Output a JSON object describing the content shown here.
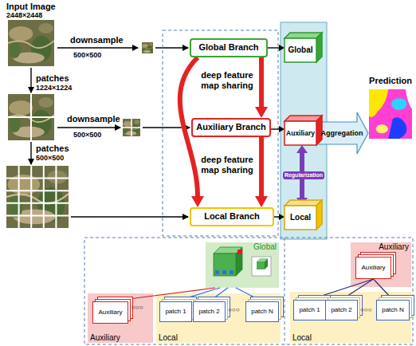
{
  "diagram": {
    "nodes": [
      {
        "text": [
          "Global Branch"
        ]
      },
      {
        "text": [
          "Auxiliary Branch"
        ]
      },
      {
        "text": [
          "Local Branch"
        ]
      },
      {
        "text": [
          "Global"
        ]
      },
      {
        "text": [
          "Auxiliary"
        ]
      },
      {
        "text": [
          "Local"
        ]
      },
      {
        "text": [
          "Prediction"
        ]
      },
      {
        "text": [
          "Global"
        ]
      },
      {
        "text": [
          "Auxiliary"
        ]
      },
      {
        "text": [
          "Auxiliary"
        ],
        "in": 8
      },
      {
        "text": [
          "Local"
        ]
      },
      {
        "text": [
          "patch 1"
        ],
        "in": 10
      },
      {
        "text": [
          "patch 2"
        ],
        "in": 10
      },
      {
        "text": [
          "patch N"
        ],
        "in": 10
      },
      {
        "text": [
          "Auxiliary"
        ]
      },
      {
        "text": [
          "Auxiliary"
        ],
        "in": 14
      },
      {
        "text": [
          "Local"
        ]
      },
      {
        "text": [
          "patch 1"
        ],
        "in": 16
      },
      {
        "text": [
          "patch 2"
        ],
        "in": 16
      },
      {
        "text": [
          "patch N"
        ],
        "in": 16
      }
    ],
    "edges": [
      {
        "from": 0,
        "to": 1,
        "label": "deep feature map sharing",
        "arrow": "to"
      },
      {
        "from": 1,
        "to": 2,
        "label": "deep feature map sharing",
        "arrow": "to"
      },
      {
        "from": 0,
        "to": 2,
        "arrow": "to"
      },
      {
        "from": 0,
        "to": 3,
        "arrow": "to"
      },
      {
        "from": 1,
        "to": 4,
        "arrow": "to"
      },
      {
        "from": 2,
        "to": 5,
        "arrow": "to"
      },
      {
        "from": 4,
        "to": 5,
        "label": "Regularization",
        "arrow": "both"
      },
      {
        "from": 4,
        "to": 6,
        "label": "Aggregation",
        "arrow": "to"
      },
      {
        "from": 7,
        "to": 9,
        "arrow": "none"
      },
      {
        "from": 7,
        "to": 11,
        "arrow": "none"
      },
      {
        "from": 7,
        "to": 12,
        "arrow": "none"
      },
      {
        "from": 7,
        "to": 13,
        "arrow": "none"
      },
      {
        "from": 15,
        "to": 17,
        "arrow": "none"
      },
      {
        "from": 15,
        "to": 18,
        "arrow": "none"
      },
      {
        "from": 15,
        "to": 19,
        "arrow": "none"
      }
    ],
    "labels": [
      "Input Image",
      "2448×2448",
      "downsample",
      "500×500",
      "patches",
      "1224×1224",
      "downsample",
      "500×500",
      "patches",
      "500×500",
      "○○○",
      "○○○",
      "○○○"
    ]
  }
}
